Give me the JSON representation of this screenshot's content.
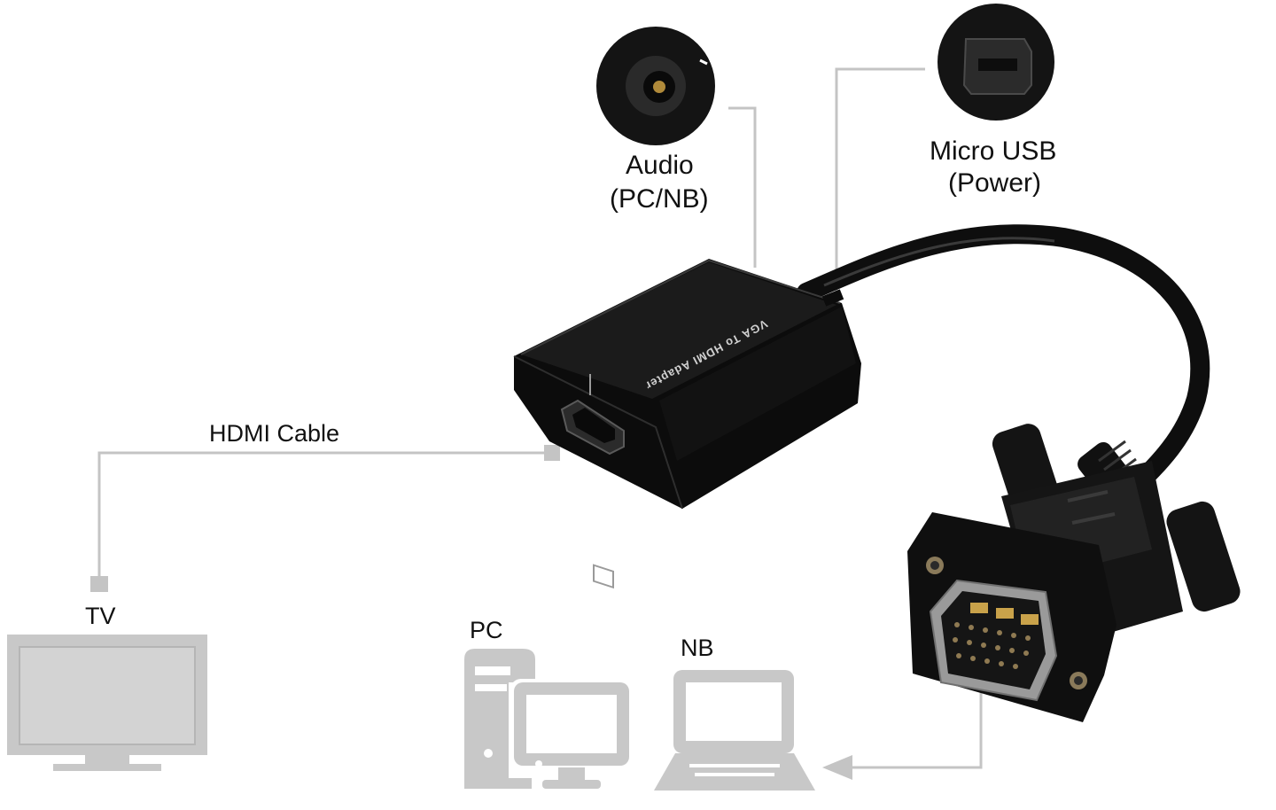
{
  "labels": {
    "audio": "Audio",
    "audio_sub": "(PC/NB)",
    "micro_usb": "Micro USB",
    "micro_usb_sub": "(Power)",
    "hdmi_cable": "HDMI Cable",
    "tv": "TV",
    "pc": "PC",
    "nb": "NB",
    "adapter_print": "VGA To HDMI Adapter"
  },
  "colors": {
    "connector_line": "#c4c4c4",
    "device_icon": "#c8c8c8",
    "adapter_body": "#0d0d0d",
    "text": "#111111"
  },
  "icons": [
    "audio-jack-icon",
    "micro-usb-port-icon",
    "hdmi-port-icon",
    "tv-icon",
    "pc-icon",
    "laptop-icon",
    "vga-connector-icon"
  ]
}
